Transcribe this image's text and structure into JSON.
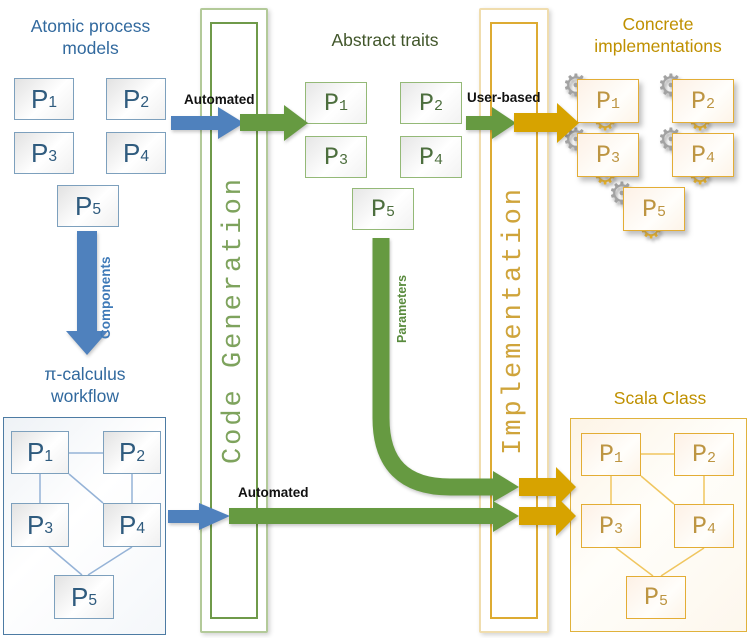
{
  "sections": {
    "atomic": {
      "title": "Atomic process models",
      "boxes": [
        {
          "base": "P",
          "sub": "1"
        },
        {
          "base": "P",
          "sub": "2"
        },
        {
          "base": "P",
          "sub": "3"
        },
        {
          "base": "P",
          "sub": "4"
        },
        {
          "base": "P",
          "sub": "5"
        }
      ]
    },
    "abstract": {
      "title": "Abstract traits",
      "boxes": [
        {
          "base": "P",
          "sub": "1"
        },
        {
          "base": "P",
          "sub": "2"
        },
        {
          "base": "P",
          "sub": "3"
        },
        {
          "base": "P",
          "sub": "4"
        },
        {
          "base": "P",
          "sub": "5"
        }
      ]
    },
    "concrete": {
      "title": "Concrete implementations",
      "boxes": [
        {
          "base": "P",
          "sub": "1"
        },
        {
          "base": "P",
          "sub": "2"
        },
        {
          "base": "P",
          "sub": "3"
        },
        {
          "base": "P",
          "sub": "4"
        },
        {
          "base": "P",
          "sub": "5"
        }
      ]
    },
    "workflow": {
      "title": "π-calculus workflow",
      "boxes": [
        {
          "base": "P",
          "sub": "1"
        },
        {
          "base": "P",
          "sub": "2"
        },
        {
          "base": "P",
          "sub": "3"
        },
        {
          "base": "P",
          "sub": "4"
        },
        {
          "base": "P",
          "sub": "5"
        }
      ],
      "connections": [
        [
          "P1",
          "P2"
        ],
        [
          "P1",
          "P3"
        ],
        [
          "P2",
          "P4"
        ],
        [
          "P1",
          "P4"
        ],
        [
          "P3",
          "P5"
        ],
        [
          "P4",
          "P5"
        ]
      ]
    },
    "scala": {
      "title": "Scala Class",
      "boxes": [
        {
          "base": "P",
          "sub": "1"
        },
        {
          "base": "P",
          "sub": "2"
        },
        {
          "base": "P",
          "sub": "3"
        },
        {
          "base": "P",
          "sub": "4"
        },
        {
          "base": "P",
          "sub": "5"
        }
      ],
      "connections": [
        [
          "P1",
          "P2"
        ],
        [
          "P1",
          "P3"
        ],
        [
          "P2",
          "P4"
        ],
        [
          "P1",
          "P4"
        ],
        [
          "P3",
          "P5"
        ],
        [
          "P4",
          "P5"
        ]
      ]
    }
  },
  "bars": {
    "code_generation": "Code Generation",
    "implementation": "Implementation"
  },
  "labels": {
    "automated_top": "Automated",
    "user_based": "User-based",
    "automated_bottom": "Automated",
    "components": "Components",
    "parameters": "Parameters"
  },
  "icons": {
    "gear": "⚙"
  },
  "colors": {
    "blue_arrow": "#4f81bd",
    "green_arrow": "#669a41",
    "gold_arrow": "#d7a300",
    "blue_text": "#31699e",
    "green_title": "#41562a",
    "gold_title": "#bf9000",
    "blue_connector": "#95b3d7",
    "gold_connector": "#f0c65f"
  }
}
